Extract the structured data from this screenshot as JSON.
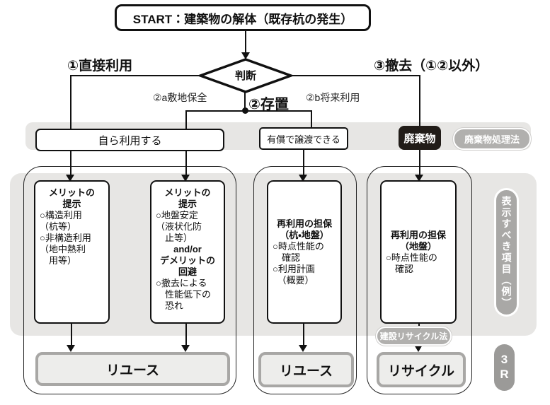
{
  "start": {
    "label": "START：建築物の解体（既存杭の発生）"
  },
  "decision": {
    "label": "判断"
  },
  "branches": {
    "direct_use": "①直接利用",
    "leave_in_place": "②存置",
    "leave_site_preservation": "②a敷地保全",
    "leave_future_use": "②b将来利用",
    "removal": "③撤去（①②以外）"
  },
  "band": {
    "self_use": "自ら利用する",
    "paid_transfer": "有償で譲渡できる",
    "waste": "廃棄物",
    "waste_law_badge": "廃棄物処理法"
  },
  "cards": {
    "c1": {
      "header": "メリットの\n提示",
      "body": "○構造利用\n（杭等）\n○非構造利用\n（地中熱利\n　用等）"
    },
    "c2": {
      "header": "メリットの\n提示",
      "body": "○地盤安定\n（液状化防\n　止等）",
      "connector": "and/or",
      "header2": "デメリットの\n回避",
      "body2": "○撤去による\n　性能低下の\n　恐れ"
    },
    "c3": {
      "header": "再利用の担保\n（杭・地盤）",
      "body": "○時点性能の\n　確認\n○利用計画\n　（概要）"
    },
    "c4": {
      "header": "再利用の担保\n（地盤）",
      "body": "○時点性能の\n　確認"
    }
  },
  "side_label": "表示すべき項目（例）",
  "recycle_law_badge": "建設リサイクル法",
  "outcomes": {
    "reuse_wide": "リユース",
    "reuse_small": "リユース",
    "recycle": "リサイクル"
  },
  "badge_3r": "3R",
  "colors": {
    "panel_gray": "#e7e6e4",
    "line_black": "#111111",
    "badge_gray": "#b1b0ae",
    "waste_black": "#211c18",
    "outcome_border": "#a8a7a5",
    "outcome_fill": "#ededeb"
  }
}
